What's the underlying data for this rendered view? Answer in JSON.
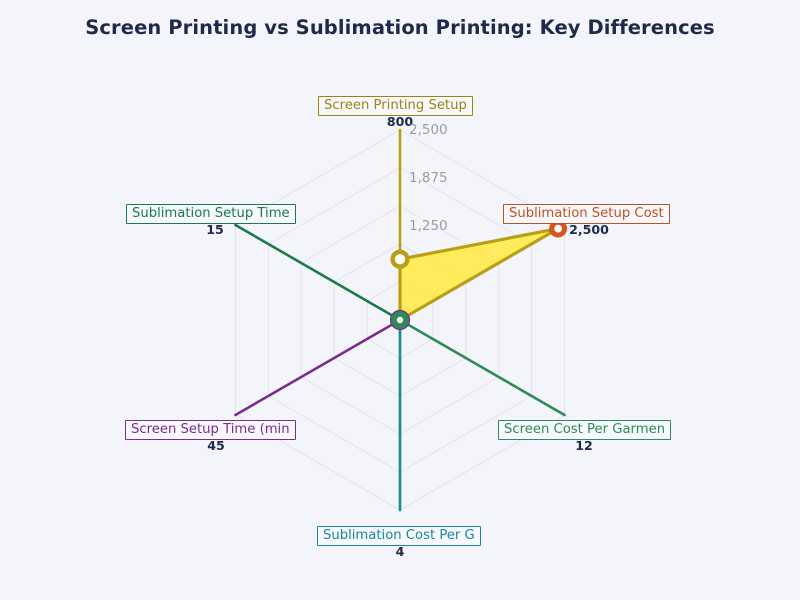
{
  "chart_data": {
    "type": "radar",
    "title": "Screen Printing vs Sublimation Printing: Key Differences",
    "categories": [
      "Screen Printing Setup",
      "Sublimation Setup Cost",
      "Screen Cost Per Garmen",
      "Sublimation Cost Per G",
      "Screen Setup Time (min",
      "Sublimation Setup Time"
    ],
    "values": [
      800,
      2500,
      12,
      4,
      45,
      15
    ],
    "value_labels": [
      "800",
      "2,500",
      "12",
      "4",
      "45",
      "15"
    ],
    "axis_colors": [
      "#b8a016",
      "#d9531e",
      "#2e8b57",
      "#17879c",
      "#7b2d8e",
      "#1a7a4a"
    ],
    "radial_ticks": [
      1250,
      1875,
      2500
    ],
    "radial_tick_labels": [
      "1,250",
      "1,875",
      "2,500"
    ],
    "rlim": [
      0,
      2500
    ],
    "grid": true,
    "legend": "none",
    "fill_color": "#ffe94d",
    "line_color": "#b8a016",
    "background_color": "#f4f5fa",
    "title_color": "#1f2a4a",
    "tick_label_color": "#9a9aa5",
    "xlabel": "",
    "ylabel": ""
  },
  "labels": {
    "axis0": "Screen Printing Setup",
    "axis1": "Sublimation Setup Cost",
    "axis2": "Screen Cost Per Garmen",
    "axis3": "Sublimation Cost Per G",
    "axis4": "Screen Setup Time (min",
    "axis5": "Sublimation Setup Time"
  },
  "values": {
    "axis0": "800",
    "axis1": "2,500",
    "axis2": "12",
    "axis3": "4",
    "axis4": "45",
    "axis5": "15"
  },
  "ticks": {
    "t0": "1,250",
    "t1": "1,875",
    "t2": "2,500"
  }
}
